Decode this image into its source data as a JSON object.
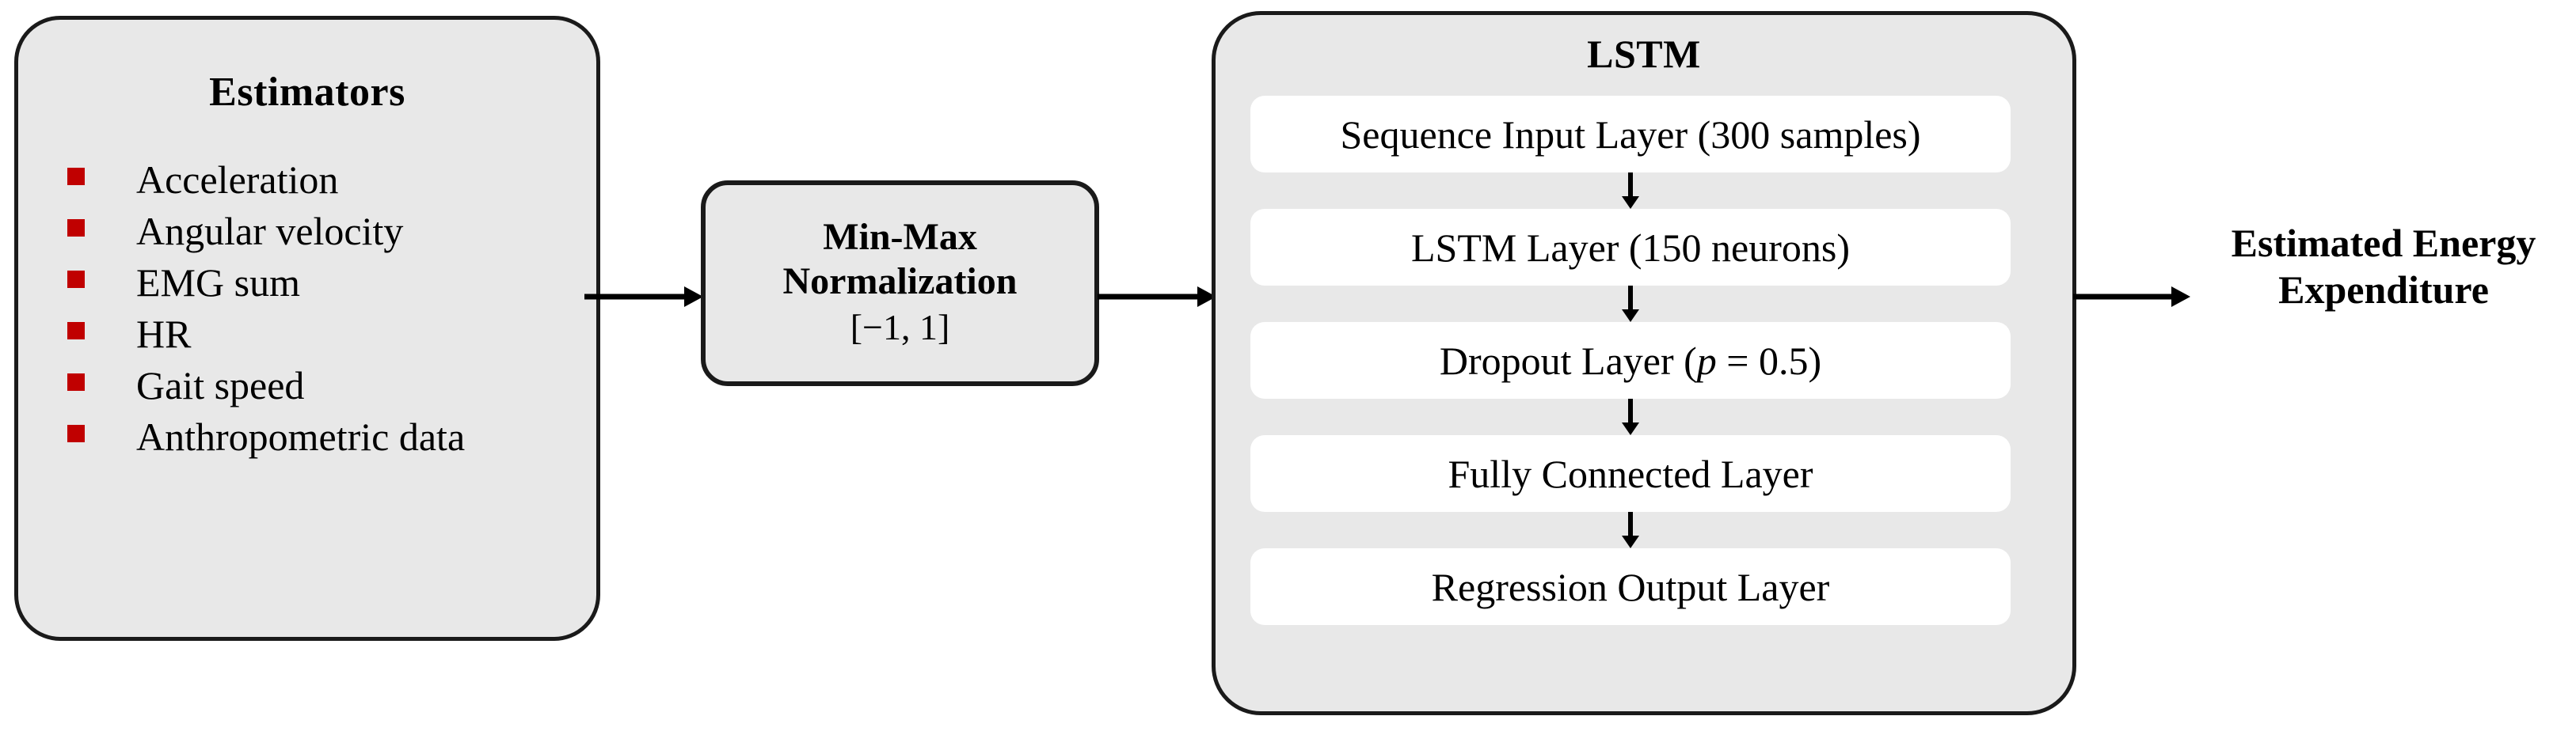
{
  "diagram": {
    "title": "LSTM-based energy expenditure estimation pipeline",
    "colors": {
      "panel_fill": "#e8e8e8",
      "panel_border": "#1a1a1a",
      "row_fill": "#ffffff",
      "bullet_red": "#c00000",
      "text": "#000000",
      "background": "#ffffff"
    }
  },
  "estimators": {
    "title": "Estimators",
    "items": [
      {
        "label": "Acceleration"
      },
      {
        "label": "Angular velocity"
      },
      {
        "label": "EMG sum"
      },
      {
        "label": "HR"
      },
      {
        "label": "Gait speed"
      },
      {
        "label": "Anthropometric data"
      }
    ]
  },
  "normalization": {
    "line1": "Min-Max",
    "line2": "Normalization",
    "range": "[−1, 1]"
  },
  "lstm": {
    "title": "LSTM",
    "layers": [
      {
        "label": "Sequence Input Layer (300 samples)"
      },
      {
        "label": "LSTM Layer (150 neurons)"
      },
      {
        "label": "Dropout Layer (",
        "italic": "p",
        "label_tail": " = 0.5)"
      },
      {
        "label": "Fully Connected Layer"
      },
      {
        "label": "Regression Output Layer"
      }
    ]
  },
  "output": {
    "line1": "Estimated Energy",
    "line2": "Expenditure"
  },
  "arrows": {
    "estimators_to_normalization": "right-arrow-icon",
    "normalization_to_lstm": "right-arrow-icon",
    "lstm_to_output": "right-arrow-icon",
    "between_layers": "down-arrow-icon"
  }
}
